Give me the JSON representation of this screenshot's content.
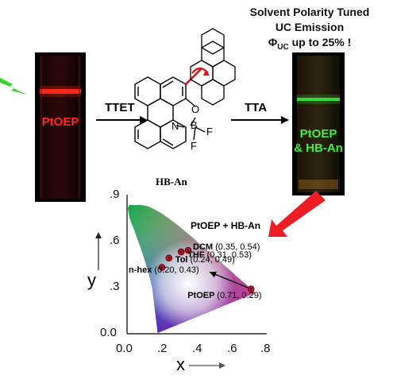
{
  "headline": {
    "line1": "Solvent Polarity Tuned",
    "line2": "UC Emission",
    "phi": "Φ",
    "phi_sub": "UC",
    "phi_rest": " up to 25% !"
  },
  "left_cuvette": {
    "label": "PtOEP",
    "color": "#ff2a1a"
  },
  "right_cuvette": {
    "line1": "PtOEP",
    "line2": "& HB-An",
    "color": "#3ef03a"
  },
  "arrows": {
    "first": "TTET",
    "second": "TTA"
  },
  "molecule": {
    "name": "HB-An",
    "atoms": {
      "O": "O",
      "B": "B",
      "N": "N",
      "F1": "F",
      "F2": "F"
    }
  },
  "cie_chart": {
    "series_title": "PtOEP + HB-An",
    "x_ticks": [
      "0.0",
      ".2",
      ".4",
      ".6",
      ".8"
    ],
    "y_ticks": [
      "0.0",
      ".3",
      ".6",
      ".9"
    ],
    "xlabel": "x",
    "ylabel": "y"
  },
  "chart_data": {
    "type": "scatter",
    "xlabel": "x",
    "ylabel": "y",
    "xlim": [
      0.0,
      0.8
    ],
    "ylim": [
      0.0,
      0.9
    ],
    "series": [
      {
        "name": "PtOEP + HB-An",
        "points": [
          {
            "label": "DCM",
            "x": 0.35,
            "y": 0.54,
            "text": "(0.35, 0.54)"
          },
          {
            "label": "THF",
            "x": 0.31,
            "y": 0.53,
            "text": "(0.31, 0.53)"
          },
          {
            "label": "Tol",
            "x": 0.24,
            "y": 0.49,
            "text": "(0.24, 0.49)"
          },
          {
            "label": "n-hex",
            "x": 0.2,
            "y": 0.43,
            "text": "(0.20, 0.43)"
          },
          {
            "label": "PtOEP",
            "x": 0.71,
            "y": 0.29,
            "text": "(0.71, 0.29)"
          }
        ]
      }
    ],
    "marker_color": "#c8102e"
  }
}
